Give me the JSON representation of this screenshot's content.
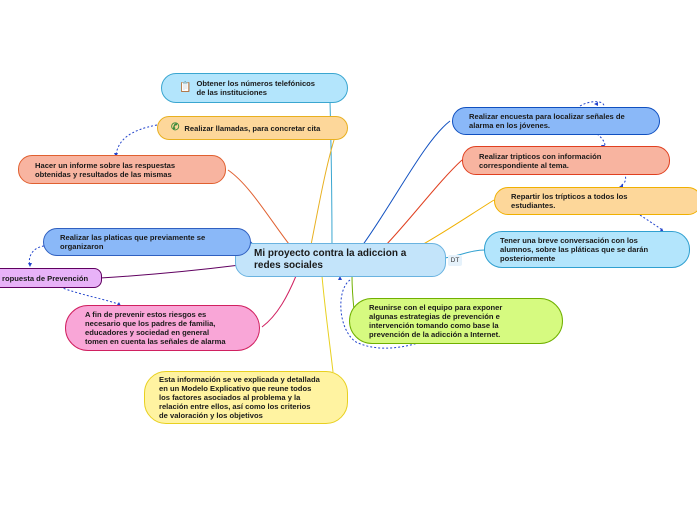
{
  "central": {
    "title": "Mi proyecto contra la adiccion a\nredes sociales",
    "tag": "DT"
  },
  "nodes": {
    "obtener": "Obtener los números telefónicos\nde las instituciones",
    "llamadas": "Realizar llamadas, para concretar cita",
    "informe": "Hacer un informe sobre las respuestas\nobtenidas y resultados de las mismas",
    "platicas": "Realizar las platicas que previamente se\norganizaron",
    "propuesta": "ropuesta de Prevención",
    "prevenir": "A fin de prevenir estos riesgos es\nnecesario que los padres de familia,\neducadores y sociedad en general\ntomen en cuenta las señales de alarma",
    "modelo": "Esta información se ve explicada y detallada\nen un Modelo Explicativo que reune todos\nlos factores asociados al problema y la\nrelación entre ellos, así como los criterios\nde valoración y los objetivos",
    "reunirse": "Reunirse con el equipo para exponer\nalgunas estrategias de prevención e\nintervención tomando como base la\nprevención de la adicción a Internet.",
    "encuesta": "Realizar encuesta para localizar señales de\nalarma en los jóvenes.",
    "tripticos": "Realizar tripticos con información\ncorrespondiente al tema.",
    "repartir": "Repartir los trípticos a todos los\nestudiantes.",
    "conversacion": "Tener una breve conversación con los\nalumnos, sobre las pláticas que se darán\nposteriormente"
  },
  "icons": {
    "obtener": "notepad-icon",
    "llamadas": "phone-icon"
  },
  "colors": {
    "lightblue": "#b3e5fc",
    "blue": "#8ab8f8",
    "salmon": "#f8b4a0",
    "orange": "#fdd79a",
    "yellow": "#fff3a1",
    "green": "#d6fa80",
    "pink": "#f9a6d7",
    "purple": "#e8b2f8",
    "central": "#c3e4fa"
  }
}
